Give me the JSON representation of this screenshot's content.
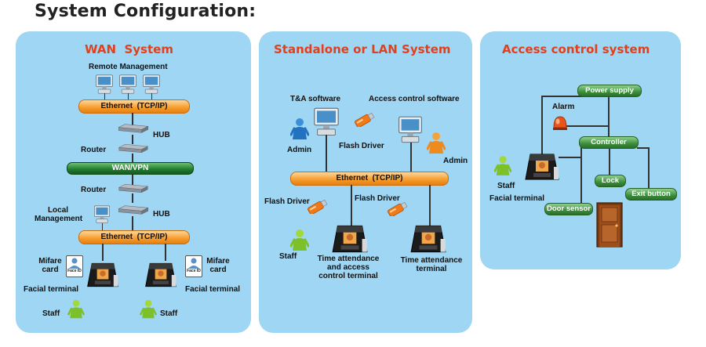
{
  "page_title": "System Configuration:",
  "wan": {
    "title": "WAN  System",
    "remote_management": "Remote Management",
    "ethernet_top": "Ethernet  (TCP/IP)",
    "hub_top": "HUB",
    "router_top": "Router",
    "wan_vpn": "WAN/VPN",
    "router_bottom": "Router",
    "local_management_1": "Local",
    "local_management_2": "Management",
    "hub_bottom": "HUB",
    "ethernet_bottom": "Ethernet  (TCP/IP)",
    "mifare_left_1": "Mifare",
    "mifare_left_2": "card",
    "mifare_right_1": "Mifare",
    "mifare_right_2": "card",
    "card_text": "Face ID",
    "facial_left": "Facial terminal",
    "facial_right": "Facial terminal",
    "staff_left": "Staff",
    "staff_right": "Staff"
  },
  "lan": {
    "title": "Standalone or LAN System",
    "ta_software": "T&A software",
    "access_software": "Access control software",
    "admin_left": "Admin",
    "flash_driver_top": "Flash Driver",
    "admin_right": "Admin",
    "ethernet": "Ethernet  (TCP/IP)",
    "flash_driver_left": "Flash Driver",
    "flash_driver_right": "Flash Driver",
    "staff": "Staff",
    "terminal_left_1": "Time attendance",
    "terminal_left_2": "and access",
    "terminal_left_3": "control terminal",
    "terminal_right_1": "Time attendance",
    "terminal_right_2": "terminal"
  },
  "access": {
    "title": "Access control system",
    "power_supply": "Power supply",
    "alarm": "Alarm",
    "controller": "Controller",
    "lock": "Lock",
    "exit_button": "Exit button",
    "door_sensor": "Door sensor",
    "staff": "Staff",
    "facial_terminal": "Facial terminal"
  }
}
